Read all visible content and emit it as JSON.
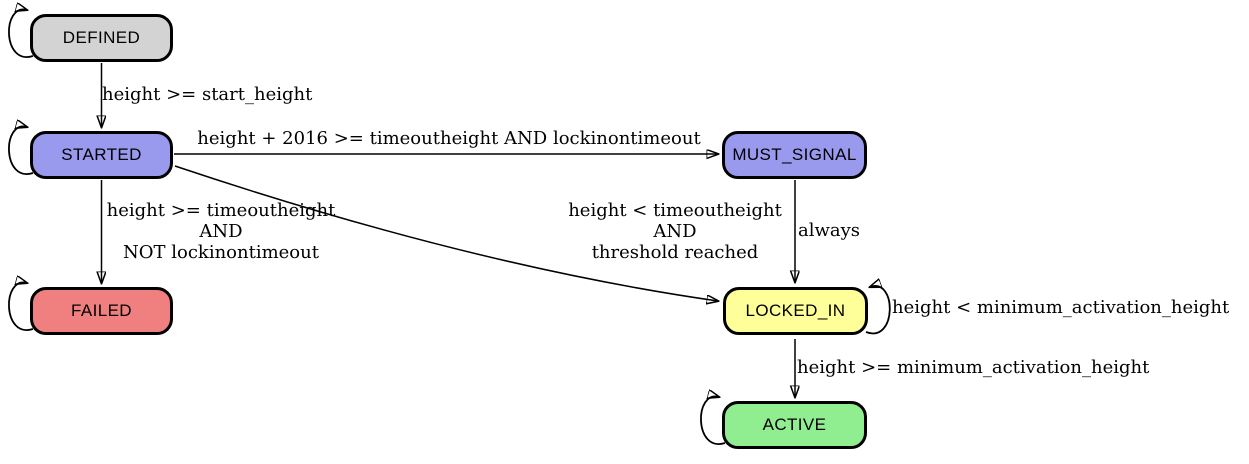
{
  "diagram": {
    "type": "state-machine",
    "background": "#ffffff",
    "border_color": "#000000"
  },
  "nodes": [
    {
      "id": "DEFINED",
      "label": "DEFINED",
      "fill": "#d3d3d3"
    },
    {
      "id": "STARTED",
      "label": "STARTED",
      "fill": "#9999ee"
    },
    {
      "id": "MUST_SIGNAL",
      "label": "MUST_SIGNAL",
      "fill": "#9999ee"
    },
    {
      "id": "FAILED",
      "label": "FAILED",
      "fill": "#f08080"
    },
    {
      "id": "LOCKED_IN",
      "label": "LOCKED_IN",
      "fill": "#ffff99"
    },
    {
      "id": "ACTIVE",
      "label": "ACTIVE",
      "fill": "#90ee90"
    }
  ],
  "edges": [
    {
      "from": "DEFINED",
      "to": "STARTED",
      "label": "height >= start_height"
    },
    {
      "from": "STARTED",
      "to": "MUST_SIGNAL",
      "label": "height + 2016 >= timeoutheight AND lockinontimeout"
    },
    {
      "from": "STARTED",
      "to": "FAILED",
      "label": "height >= timeoutheight\nAND\nNOT lockinontimeout"
    },
    {
      "from": "STARTED",
      "to": "LOCKED_IN",
      "label": "height < timeoutheight\nAND\nthreshold reached"
    },
    {
      "from": "MUST_SIGNAL",
      "to": "LOCKED_IN",
      "label": "always"
    },
    {
      "from": "LOCKED_IN",
      "to": "LOCKED_IN",
      "label": "height < minimum_activation_height"
    },
    {
      "from": "LOCKED_IN",
      "to": "ACTIVE",
      "label": "height >= minimum_activation_height"
    },
    {
      "from": "DEFINED",
      "to": "DEFINED",
      "label": ""
    },
    {
      "from": "STARTED",
      "to": "STARTED",
      "label": ""
    },
    {
      "from": "FAILED",
      "to": "FAILED",
      "label": ""
    },
    {
      "from": "ACTIVE",
      "to": "ACTIVE",
      "label": ""
    }
  ]
}
